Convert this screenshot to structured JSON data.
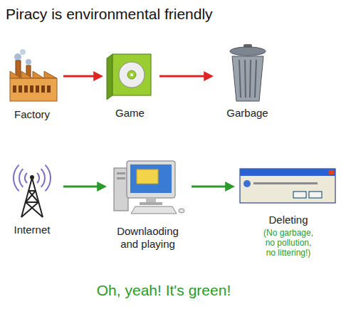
{
  "diagram": {
    "title": "Piracy is environmental friendly",
    "caption": "Oh, yeah! It's green!",
    "nodes": [
      {
        "text": [
          "Factory"
        ]
      },
      {
        "text": [
          "Game"
        ]
      },
      {
        "text": [
          "Garbage"
        ]
      },
      {
        "text": [
          "Internet"
        ]
      },
      {
        "text": [
          "Downlaoding and playing"
        ]
      },
      {
        "text": [
          "Deleting",
          "(No garbage, no pollution, no littering!)"
        ]
      }
    ],
    "edges": [
      {
        "from": 0,
        "to": 1,
        "arrow": "to"
      },
      {
        "from": 1,
        "to": 2,
        "arrow": "to"
      },
      {
        "from": 3,
        "to": 4,
        "arrow": "to"
      },
      {
        "from": 4,
        "to": 5,
        "arrow": "to"
      }
    ]
  }
}
